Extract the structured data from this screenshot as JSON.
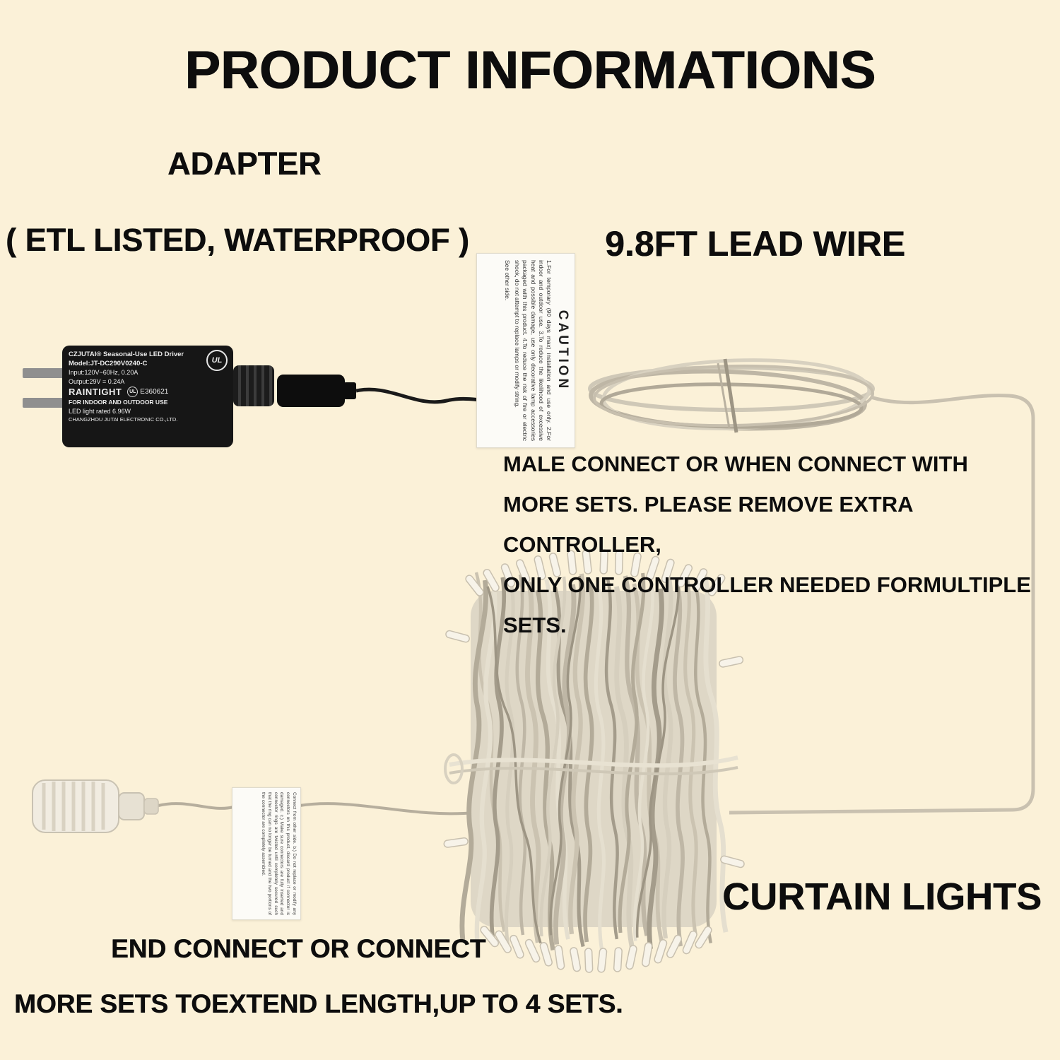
{
  "colors": {
    "background": "#fbf1d8",
    "ink": "#0d0d0d",
    "wire_silver": "#c9c1b0",
    "adapter_black": "#161616"
  },
  "title": "PRODUCT INFORMATIONS",
  "sections": {
    "adapter_heading": "ADAPTER",
    "adapter_subheading": "( ETL LISTED, WATERPROOF )",
    "lead_wire_heading": "9.8FT LEAD WIRE",
    "curtain_lights_heading": "CURTAIN LIGHTS"
  },
  "male_connect_note": {
    "line1": "MALE CONNECT OR WHEN CONNECT WITH",
    "line2": "MORE SETS. PLEASE REMOVE EXTRA CONTROLLER,",
    "line3": "ONLY ONE CONTROLLER NEEDED FORMULTIPLE SETS."
  },
  "end_connect_note": {
    "line1": "END CONNECT OR CONNECT",
    "line2": "MORE SETS TOEXTEND LENGTH,UP TO 4 SETS."
  },
  "adapter_label": {
    "brand_line": "CZJUTAI® Seasonal-Use LED Driver",
    "model": "Model:JT-DC290V0240-C",
    "input": "Input:120V~60Hz,  0.20A",
    "output": "Output:29V = 0.24A",
    "rating": "RAINTIGHT",
    "ul_text": "UL",
    "cert_no": "E360621",
    "use_line": "FOR INDOOR AND OUTDOOR USE",
    "wattage": "LED light rated 6.96W",
    "manufacturer": "CHANGZHOU JUTAI ELECTRONIC CO.,LTD."
  },
  "caution_tag": {
    "heading": "CAUTION",
    "body": "1.For temporary (90 days max) installation and use only. 2.For indoor and outdoor use. 3.To reduce the likelihood of excessive heat and possible damage, use only decorative lamp accessories packaged with this product. 4.To reduce the risk of fire or electric shock, do not attempt to replace lamps or modify string.",
    "footer": "See other side."
  },
  "connector_tag": {
    "body": "Connect from other side. b.) Do not replace or modify any connectors on this product, discard product if connector is damaged. c.) Make sure connectors are fully inserted and connector rings are twisted until completely secured such that the ring can no longer be turned and the two portions of the connector are completely assembled."
  }
}
